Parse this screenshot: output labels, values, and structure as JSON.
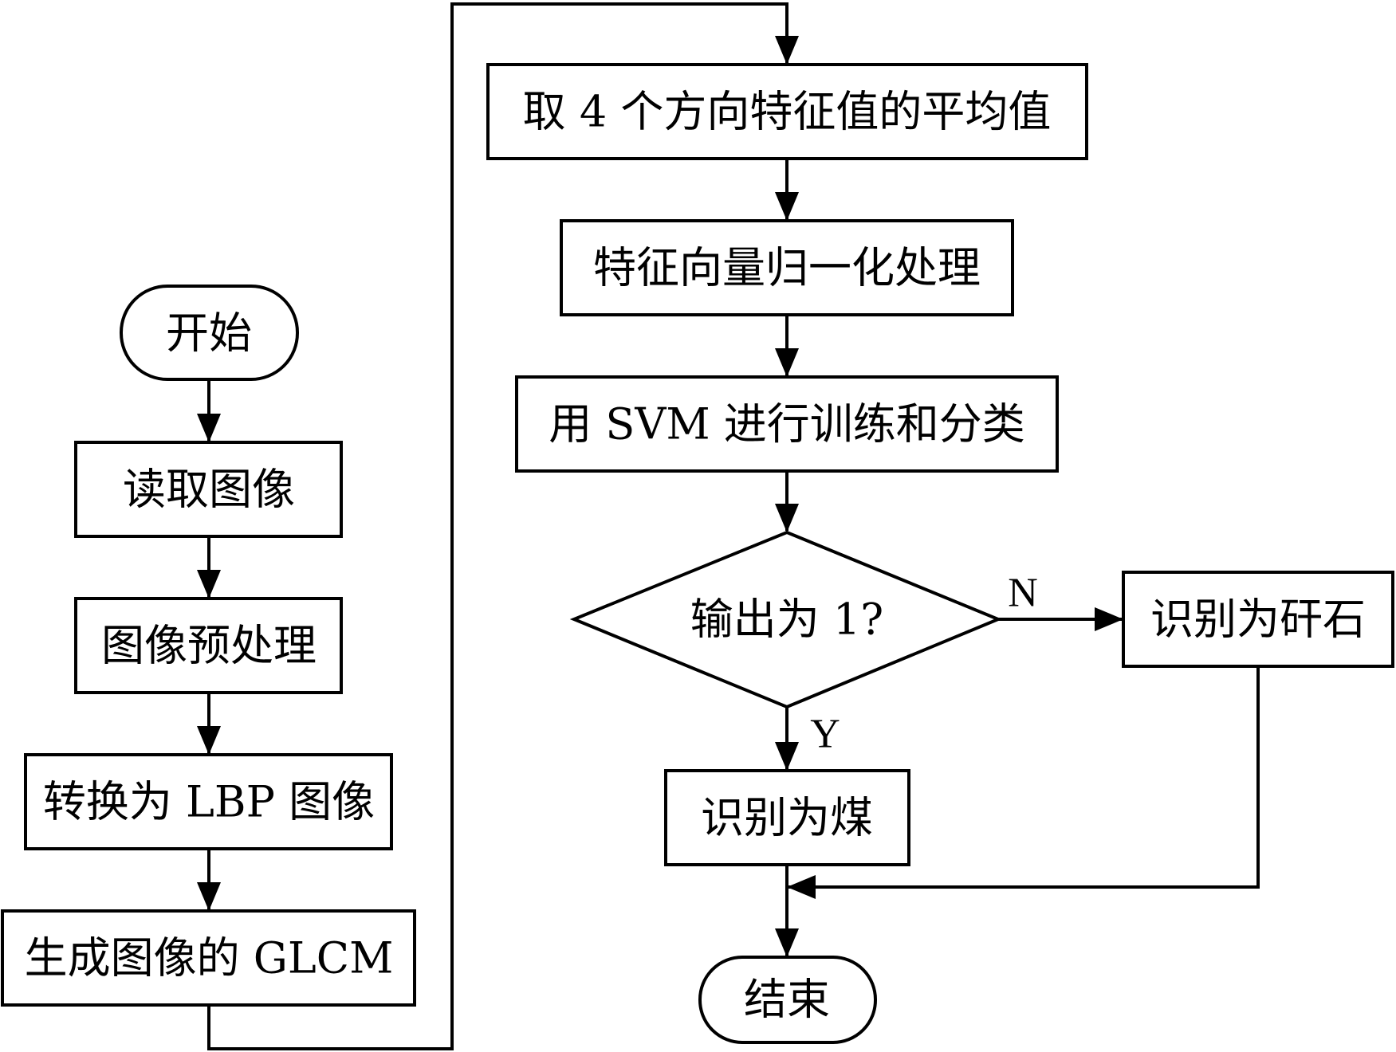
{
  "nodes": {
    "start": "开始",
    "read_image": "读取图像",
    "preprocess": "图像预处理",
    "to_lbp": "转换为 LBP 图像",
    "glcm": "生成图像的 GLCM",
    "average": "取 4 个方向特征值的平均值",
    "normalize": "特征向量归一化处理",
    "svm": "用 SVM 进行训练和分类",
    "decision": "输出为 1?",
    "gangue": "识别为矸石",
    "coal": "识别为煤",
    "end": "结束"
  },
  "edge_labels": {
    "no": "N",
    "yes": "Y"
  },
  "colors": {
    "stroke": "#000000",
    "fill": "#ffffff"
  }
}
